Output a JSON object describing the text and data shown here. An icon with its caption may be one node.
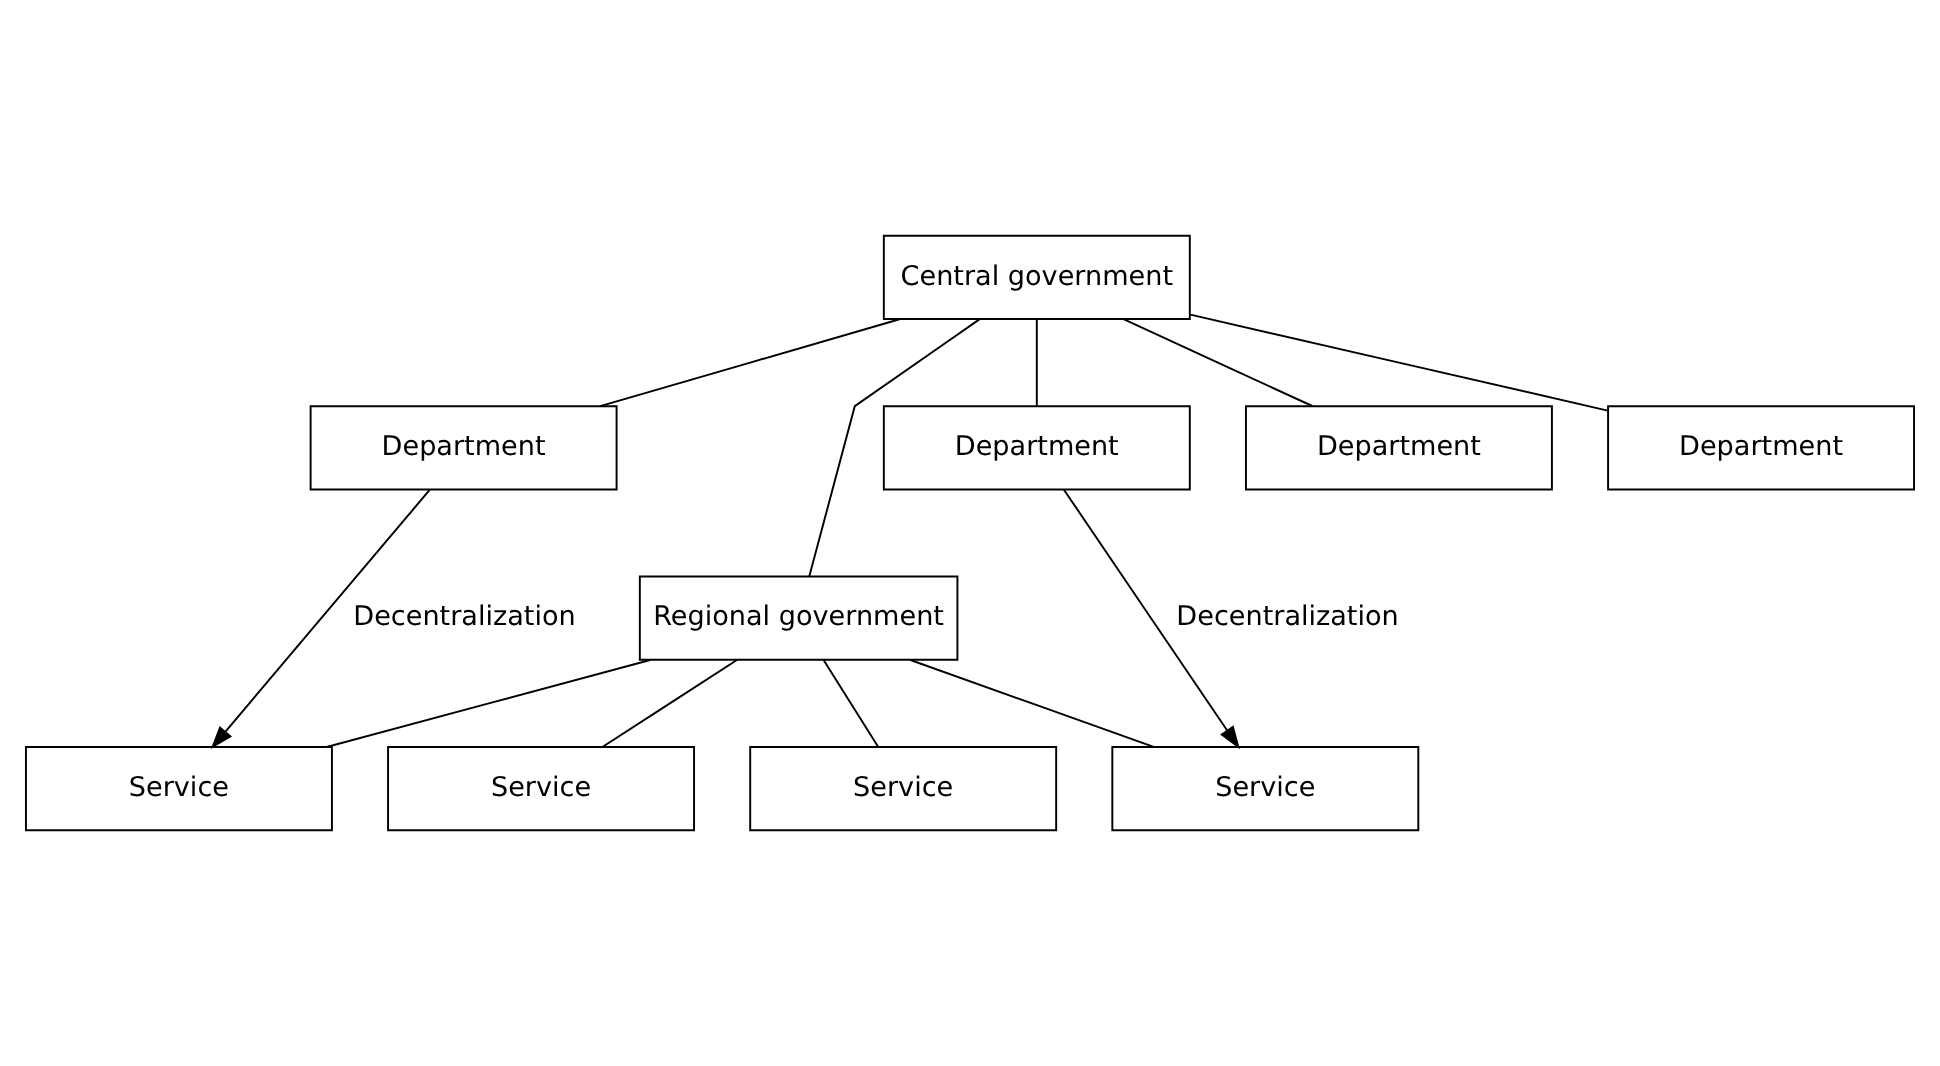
{
  "diagram": {
    "nodes": [
      {
        "text": [
          "Central government"
        ]
      },
      {
        "text": [
          "Department"
        ]
      },
      {
        "text": [
          "Department"
        ]
      },
      {
        "text": [
          "Department"
        ]
      },
      {
        "text": [
          "Department"
        ]
      },
      {
        "text": [
          "Regional government"
        ]
      },
      {
        "text": [
          "Service"
        ]
      },
      {
        "text": [
          "Service"
        ]
      },
      {
        "text": [
          "Service"
        ]
      },
      {
        "text": [
          "Service"
        ]
      }
    ],
    "edges": [
      {
        "from": 0,
        "to": 1,
        "arrow": "none"
      },
      {
        "from": 0,
        "to": 2,
        "arrow": "none"
      },
      {
        "from": 0,
        "to": 3,
        "arrow": "none"
      },
      {
        "from": 0,
        "to": 4,
        "arrow": "none"
      },
      {
        "from": 0,
        "to": 5,
        "arrow": "none"
      },
      {
        "from": 5,
        "to": 6,
        "arrow": "none"
      },
      {
        "from": 5,
        "to": 7,
        "arrow": "none"
      },
      {
        "from": 5,
        "to": 8,
        "arrow": "none"
      },
      {
        "from": 5,
        "to": 9,
        "arrow": "none"
      },
      {
        "from": 1,
        "to": 6,
        "arrow": "to",
        "label": "Decentralization"
      },
      {
        "from": 4,
        "to": 9,
        "arrow": "to",
        "label": "Decentralization"
      }
    ]
  }
}
